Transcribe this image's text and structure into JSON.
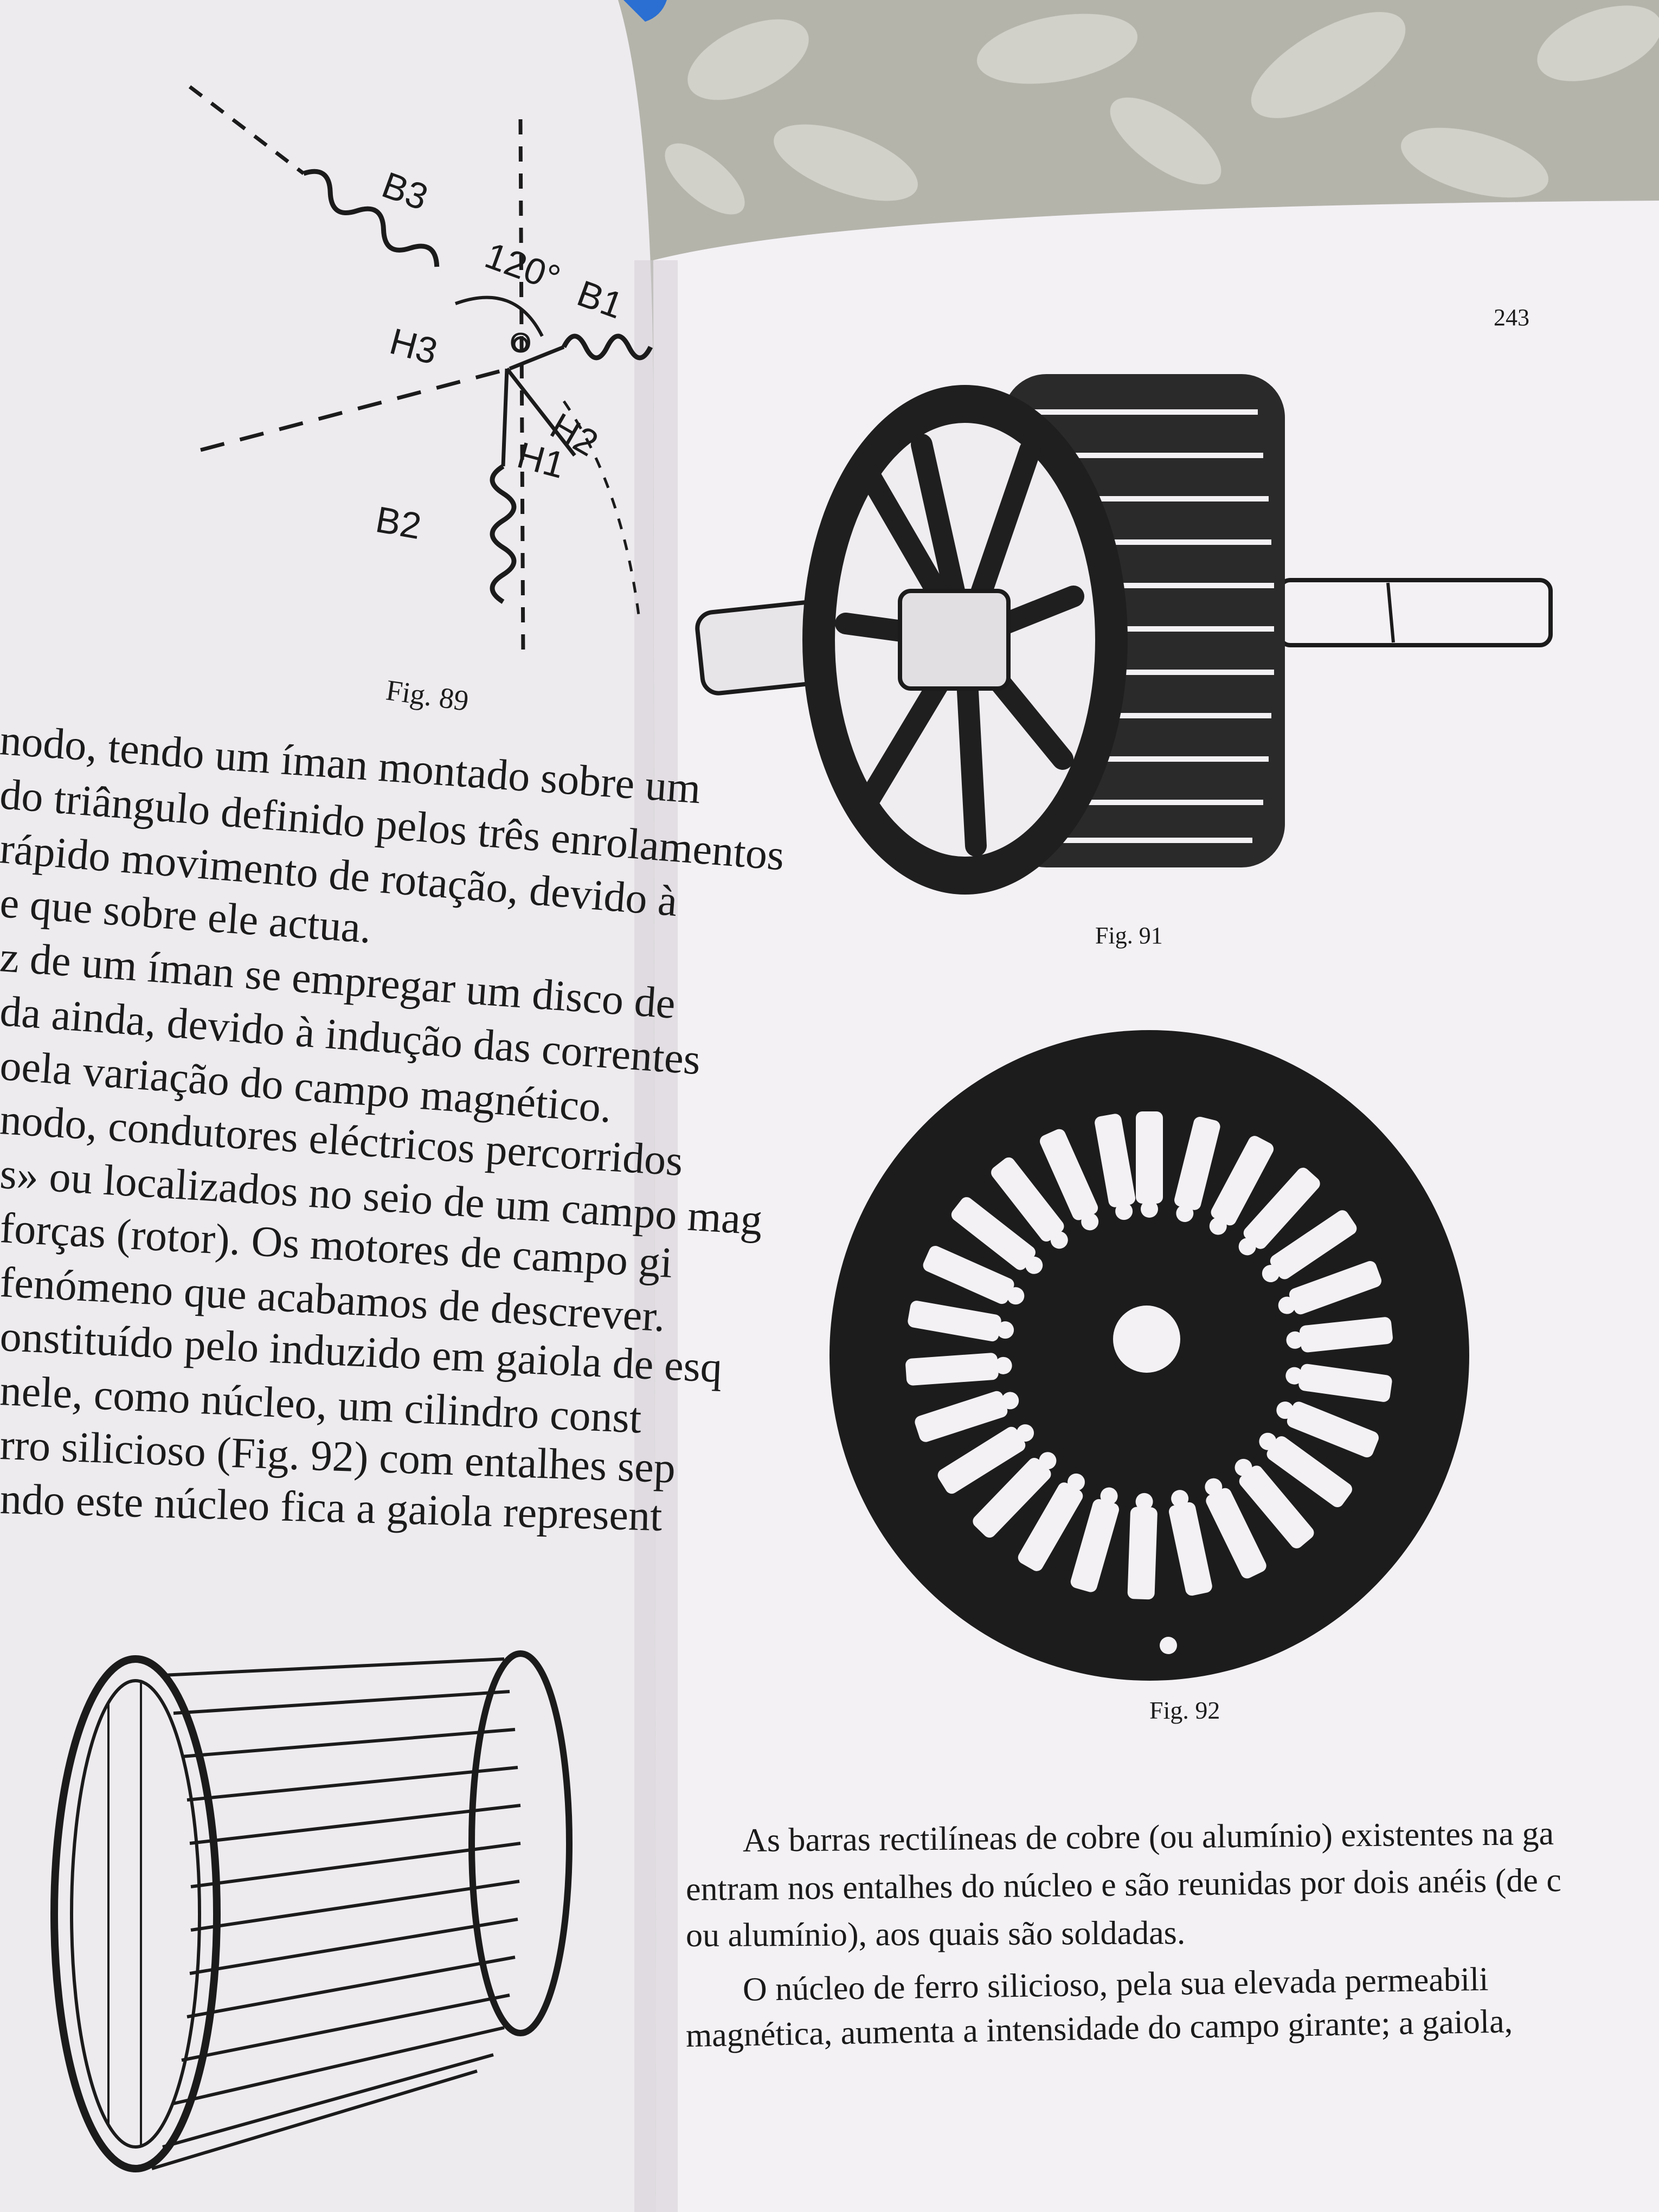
{
  "left_page": {
    "fig89": {
      "caption": "Fig. 89",
      "labels": {
        "b3": "B3",
        "b1": "B1",
        "b2": "B2",
        "h1": "H1",
        "h2": "H2",
        "h3": "H3",
        "angle": "120°",
        "center": "O"
      }
    },
    "lines": [
      "nodo, tendo um íman montado sobre um",
      "do triângulo definido pelos três enrolamentos",
      "rápido movimento de rotação, devido à",
      "e que sobre ele actua.",
      "z de um íman se empregar um disco de",
      "da ainda, devido à indução das correntes",
      "oela variação do campo magnético.",
      "nodo, condutores eléctricos percorridos",
      "s» ou localizados no seio de um campo mag",
      "forças (rotor). Os motores de campo gi",
      "fenómeno que acabamos de descrever.",
      "onstituído pelo induzido em gaiola de esq",
      "nele, como núcleo, um cilindro const",
      "rro silicioso (Fig. 92) com entalhes sep",
      "ndo este núcleo fica a gaiola represent"
    ]
  },
  "right_page": {
    "page_number": "243",
    "fig91_caption": "Fig. 91",
    "fig92_caption": "Fig. 92",
    "paragraph": [
      "As barras rectilíneas de cobre (ou alumínio) existentes na ga",
      "entram nos entalhes do núcleo e são reunidas por dois anéis (de c",
      "ou alumínio), aos quais são soldadas.",
      "O núcleo de ferro silicioso, pela sua elevada permeabili",
      "magnética, aumenta a intensidade do campo girante; a gaiola,"
    ]
  },
  "colors": {
    "paper": "#f3f0f4",
    "ink": "#1a1a1a",
    "cloth": "#b8b7ae",
    "blue_object": "#2a6fd1"
  }
}
